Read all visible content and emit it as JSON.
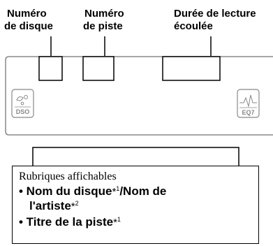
{
  "labels": {
    "disc_number_line1": "Numéro",
    "disc_number_line2": "de disque",
    "track_number_line1": "Numéro",
    "track_number_line2": "de piste",
    "elapsed_time_line1": "Durée de lecture",
    "elapsed_time_line2": "écoulée"
  },
  "left_icon": {
    "name": "dso-icon",
    "text": "DSO"
  },
  "right_icon": {
    "name": "eq7-icon",
    "text": "EQ7"
  },
  "info_box": {
    "title": "Rubriques affichables",
    "item1_part1": "• Nom du disque",
    "item1_note1": "1",
    "item1_part2": "/Nom de",
    "item1_line2": "l'artiste",
    "item1_note2": "2",
    "item2": "• Titre de la piste",
    "item2_note": "1"
  }
}
